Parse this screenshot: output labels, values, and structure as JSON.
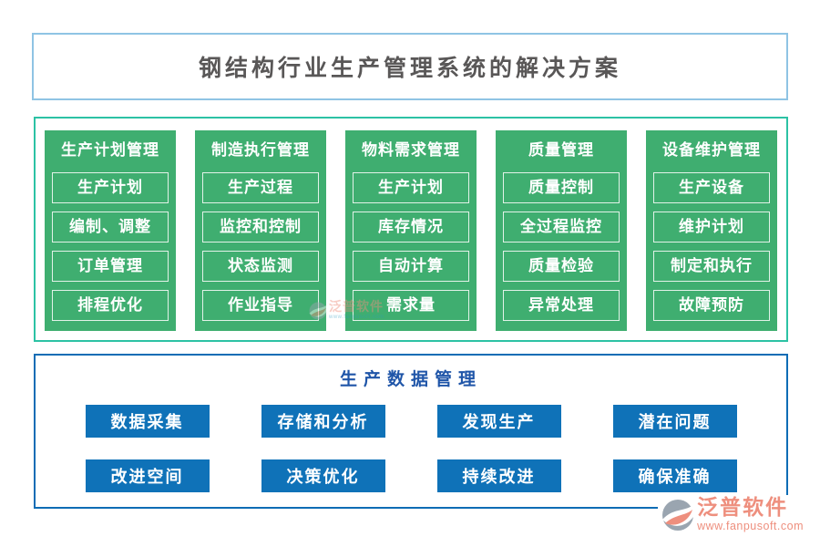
{
  "page": {
    "title": "钢结构行业生产管理系统的解决方案"
  },
  "modules": {
    "columns": [
      {
        "header": "生产计划管理",
        "items": [
          "生产计划",
          "编制、调整",
          "订单管理",
          "排程优化"
        ]
      },
      {
        "header": "制造执行管理",
        "items": [
          "生产过程",
          "监控和控制",
          "状态监测",
          "作业指导"
        ]
      },
      {
        "header": "物料需求管理",
        "items": [
          "生产计划",
          "库存情况",
          "自动计算",
          "需求量"
        ]
      },
      {
        "header": "质量管理",
        "items": [
          "质量控制",
          "全过程监控",
          "质量检验",
          "异常处理"
        ]
      },
      {
        "header": "设备维护管理",
        "items": [
          "生产设备",
          "维护计划",
          "制定和执行",
          "故障预防"
        ]
      }
    ]
  },
  "data_management": {
    "title": "生产数据管理",
    "rows": [
      [
        "数据采集",
        "存储和分析",
        "发现生产",
        "潜在问题"
      ],
      [
        "改进空间",
        "决策优化",
        "持续改进",
        "确保准确"
      ]
    ]
  },
  "branding": {
    "logo_text": "泛普软件",
    "logo_url": "www.fanpusoft.com"
  },
  "watermark": {
    "text": "泛普软件",
    "subtext": "www.fanpusoft.com"
  },
  "colors": {
    "title_border": "#8fc4e4",
    "title_text": "#595757",
    "module_green": "#3fae70",
    "modules_border": "#2cc2a4",
    "data_border": "#0d6cb5",
    "data_title_text": "#1f55a8",
    "button_blue": "#0f72b8",
    "logo_salmon": "#ee8f7e",
    "logo_gray": "#9aa5b0"
  }
}
